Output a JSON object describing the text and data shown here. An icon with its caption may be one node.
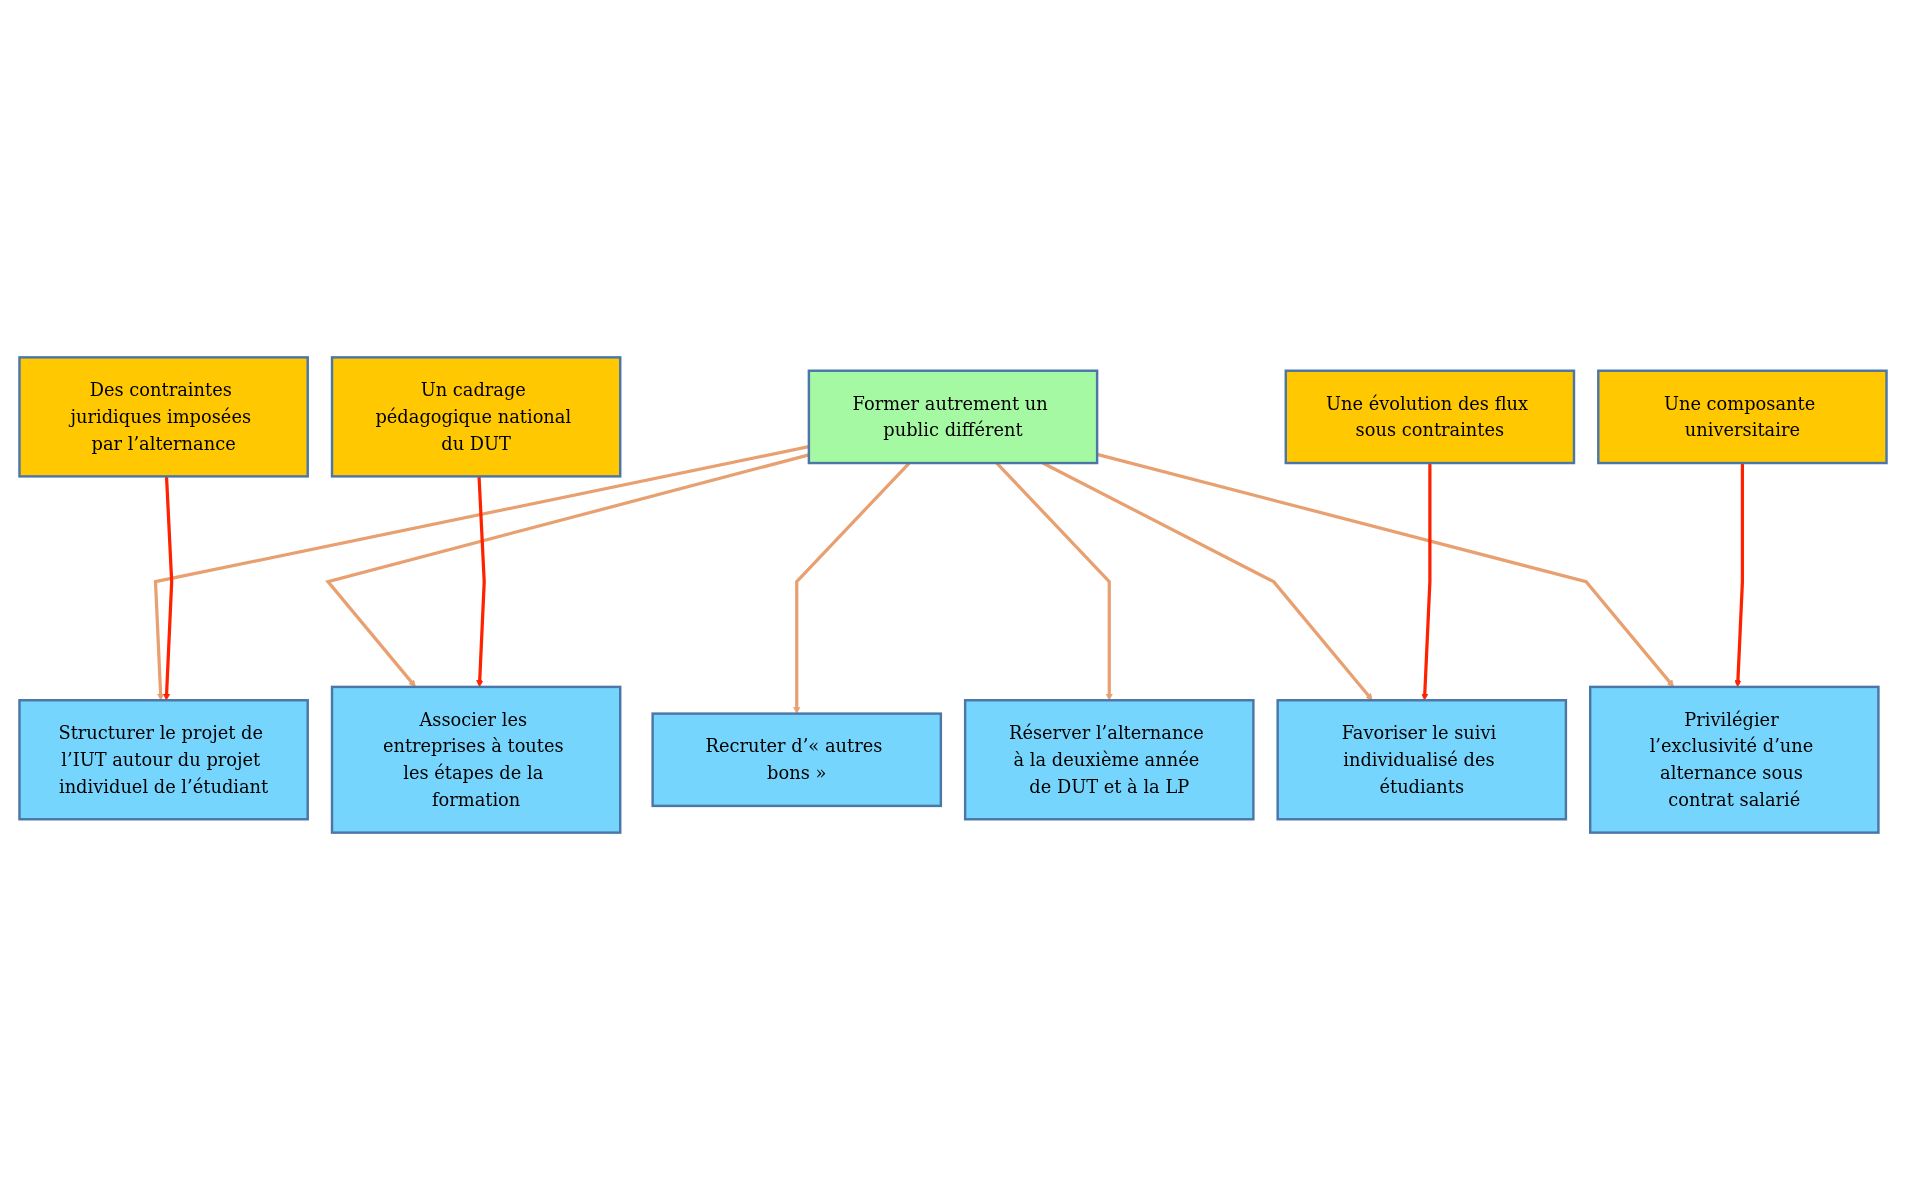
{
  "diagram": {
    "nodes": [
      {
        "text": [
          "Former autrement un public différent"
        ]
      },
      {
        "text": [
          "Recruter d’« autres bons »"
        ]
      },
      {
        "text": [
          "Réserver l’alternance à la deuxième année de DUT et à la LP"
        ]
      },
      {
        "text": [
          "Structurer le projet de l’IUT autour du projet individuel de l’étudiant"
        ]
      },
      {
        "text": [
          "Favoriser le suivi individualisé des étudiants"
        ]
      },
      {
        "text": [
          "Associer les entreprises à toutes les étapes de la formation"
        ]
      },
      {
        "text": [
          "Privilégier l’exclusivité d’une alternance sous contrat salarié"
        ]
      },
      {
        "text": [
          "Des contraintes juridiques imposées par l’alternance"
        ]
      },
      {
        "text": [
          "Un cadrage pédagogique national du DUT"
        ]
      },
      {
        "text": [
          "Une composante universitaire"
        ]
      },
      {
        "text": [
          "Une évolution des flux sous contraintes"
        ]
      }
    ],
    "edges": [
      {
        "from": 0,
        "to": 1,
        "arrow": "to"
      },
      {
        "from": 0,
        "to": 2,
        "arrow": "to"
      },
      {
        "from": 0,
        "to": 3,
        "arrow": "to"
      },
      {
        "from": 0,
        "to": 4,
        "arrow": "to"
      },
      {
        "from": 0,
        "to": 5,
        "arrow": "to"
      },
      {
        "from": 0,
        "to": 6,
        "arrow": "to"
      },
      {
        "from": 7,
        "to": 3,
        "arrow": "to",
        "color": "#ff2200"
      },
      {
        "from": 8,
        "to": 5,
        "arrow": "to",
        "color": "#ff2200"
      },
      {
        "from": 9,
        "to": 6,
        "arrow": "to",
        "color": "#ff2200"
      },
      {
        "from": 10,
        "to": 4,
        "arrow": "to",
        "color": "#ff2200"
      }
    ]
  }
}
